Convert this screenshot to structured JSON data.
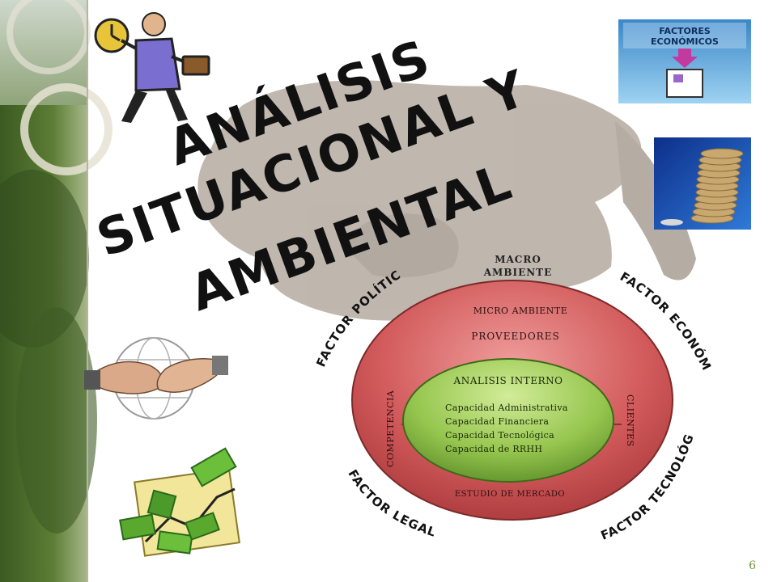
{
  "title": {
    "line1": "ANÁLISIS",
    "line2": "SITUACIONAL Y",
    "line3": "AMBIENTAL"
  },
  "diagram": {
    "macro": "MACRO",
    "macro2": "AMBIENTE",
    "micro": "MICRO AMBIENTE",
    "proveedores": "PROVEEDORES",
    "competencia": "COMPETENCIA",
    "clientes": "CLIENTES",
    "estudio": "ESTUDIO DE MERCADO",
    "interno_title": "ANALISIS INTERNO",
    "capacidades": [
      "Capacidad Administrativa",
      "Capacidad Financiera",
      "Capacidad Tecnológica",
      "Capacidad de RRHH"
    ]
  },
  "factors": {
    "politico": "FACTOR POLÍTICO",
    "economico": "FACTOR ECONÓMICO",
    "legal": "FACTOR LEGAL",
    "tecnologico": "FACTOR TECNOLÓGICO"
  },
  "images": {
    "factores_box_line1": "FACTORES",
    "factores_box_line2": "ECONÓMICOS"
  },
  "page_number": "6",
  "colors": {
    "outer_ring": "#c0474a",
    "inner_ellipse": "#8fbf4a",
    "background_shape": "#8c7b6b",
    "side_photo": "#4d6b2e"
  }
}
